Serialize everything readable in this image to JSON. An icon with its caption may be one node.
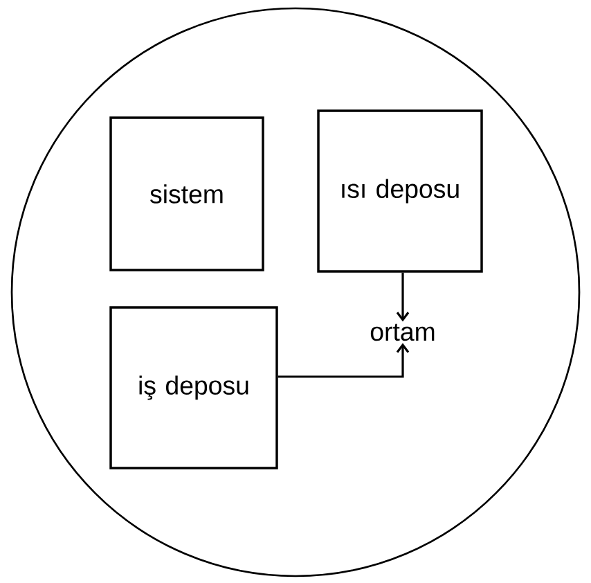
{
  "diagram": {
    "nodes": [
      {
        "text": [],
        "shape": "circle"
      },
      {
        "text": [
          "sistem"
        ],
        "in": 0
      },
      {
        "text": [
          "ısı deposu"
        ],
        "in": 0
      },
      {
        "text": [
          "ortam"
        ],
        "in": 0
      },
      {
        "text": [
          "iş deposu"
        ],
        "in": 0
      }
    ],
    "edges": [
      {
        "from": 2,
        "to": 3,
        "arrow": "to"
      },
      {
        "from": 4,
        "to": 3,
        "arrow": "to"
      }
    ]
  }
}
